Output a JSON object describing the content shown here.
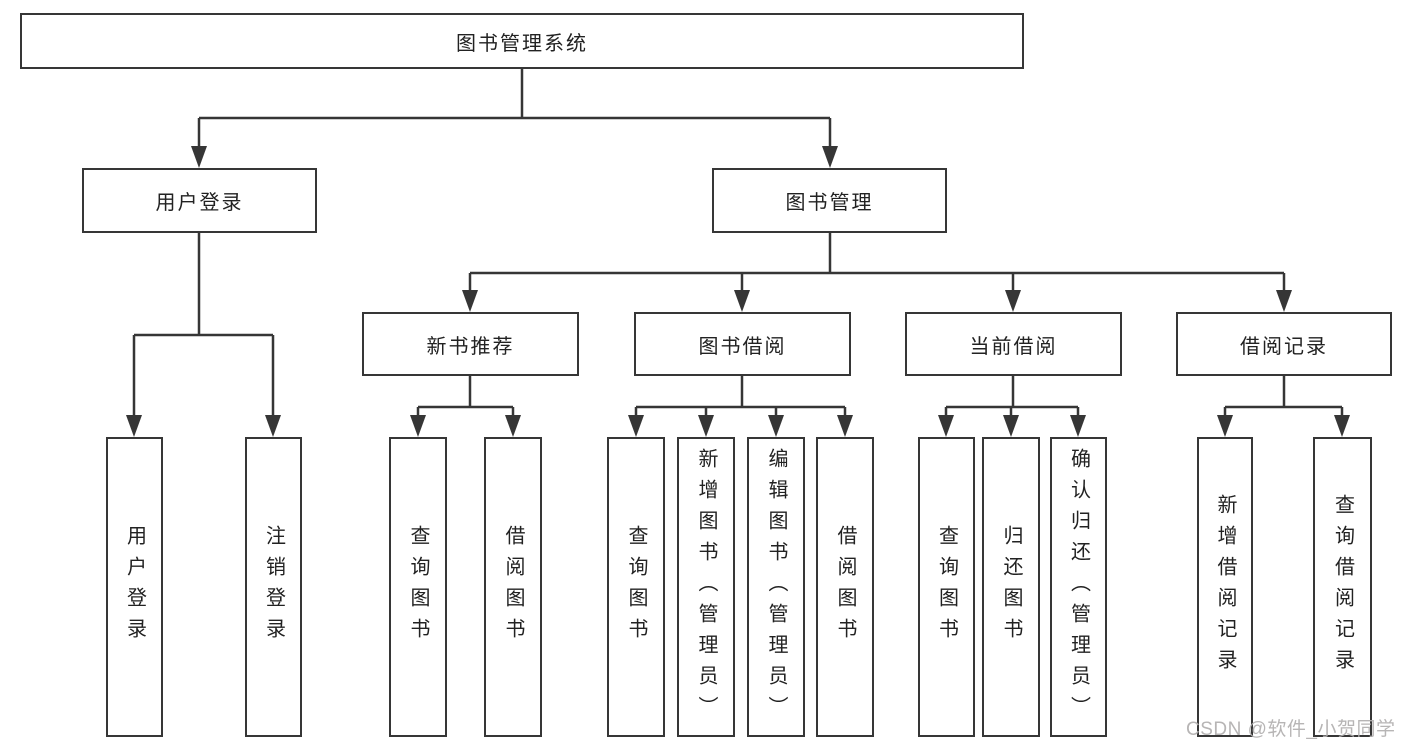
{
  "diagram_title": "图书管理系统",
  "tree": {
    "root": {
      "label": "图书管理系统"
    },
    "level2": [
      {
        "label": "用户登录"
      },
      {
        "label": "图书管理"
      }
    ],
    "level3": [
      {
        "label": "新书推荐"
      },
      {
        "label": "图书借阅"
      },
      {
        "label": "当前借阅"
      },
      {
        "label": "借阅记录"
      }
    ],
    "leaves": {
      "user_login": [
        "用户登录",
        "注销登录"
      ],
      "new_books": [
        "查询图书",
        "借阅图书"
      ],
      "book_borrow": [
        "查询图书",
        "新增图书（管理员）",
        "编辑图书（管理员）",
        "借阅图书"
      ],
      "current_borrow": [
        "查询图书",
        "归还图书",
        "确认归还（管理员）"
      ],
      "borrow_records": [
        "新增借阅记录",
        "查询借阅记录"
      ]
    }
  },
  "watermark": {
    "text": "CSDN @软件_小贺同学"
  },
  "colors": {
    "line": "#363636",
    "box_border": "#363636",
    "text": "#222222",
    "watermark": "#b1afaf",
    "background": "#ffffff"
  }
}
